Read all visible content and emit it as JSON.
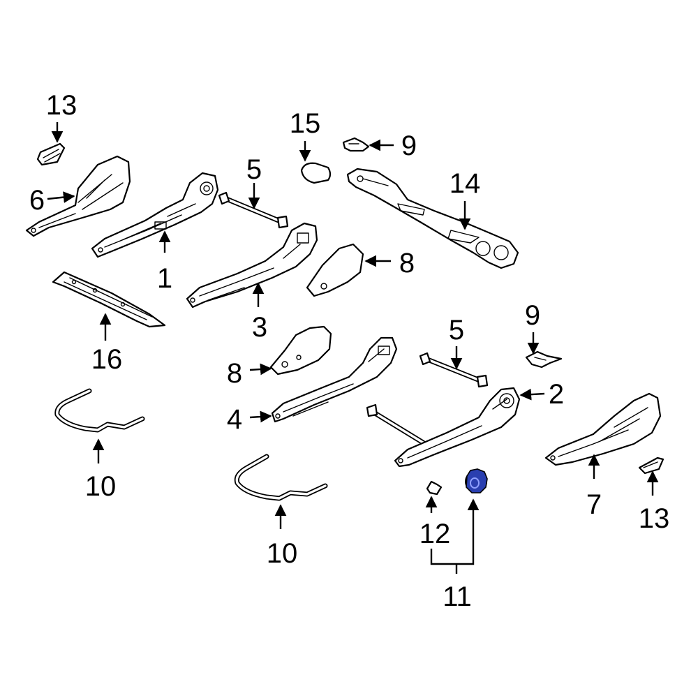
{
  "diagram": {
    "highlight_color": "#2a3fb0",
    "callouts": {
      "c13a": "13",
      "c6": "6",
      "c1": "1",
      "c5a": "5",
      "c15": "15",
      "c9a": "9",
      "c14": "14",
      "c8a": "8",
      "c3": "3",
      "c16": "16",
      "c9b": "9",
      "c5b": "5",
      "c2": "2",
      "c8b": "8",
      "c4": "4",
      "c10a": "10",
      "c10b": "10",
      "c7": "7",
      "c13b": "13",
      "c12": "12",
      "c11": "11"
    }
  }
}
